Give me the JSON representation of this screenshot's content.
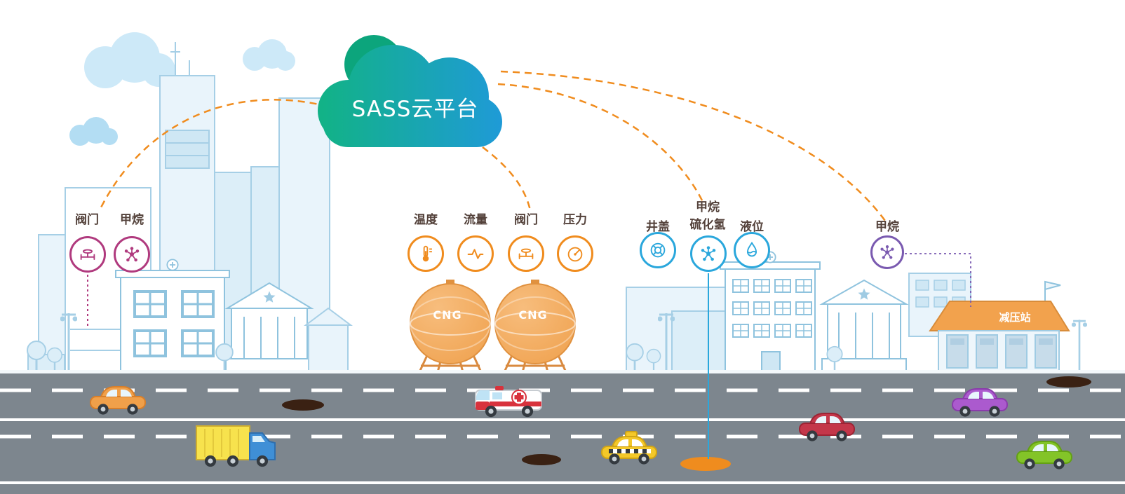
{
  "cloud": {
    "label": "SASS云平台",
    "gradient_start": "#12b287",
    "gradient_end": "#1f9ad8"
  },
  "connector_color": "#f08c1e",
  "sensor_groups": [
    {
      "name": "city-pipeline",
      "accent": "#b03a7e",
      "sensors": [
        {
          "label": "阀门",
          "icon": "valve-icon"
        },
        {
          "label": "甲烷",
          "icon": "molecule-icon"
        }
      ]
    },
    {
      "name": "cng-storage",
      "accent": "#f08c1e",
      "sensors": [
        {
          "label": "温度",
          "icon": "thermometer-icon"
        },
        {
          "label": "流量",
          "icon": "flow-icon"
        },
        {
          "label": "阀门",
          "icon": "valve-icon"
        },
        {
          "label": "压力",
          "icon": "gauge-icon"
        }
      ]
    },
    {
      "name": "underground",
      "accent": "#2aa7dc",
      "sensors": [
        {
          "label": "井盖",
          "icon": "manhole-icon"
        },
        {
          "label": "甲烷\n硫化氢",
          "icon": "molecule-icon"
        },
        {
          "label": "液位",
          "icon": "level-icon"
        }
      ]
    },
    {
      "name": "pressure-station",
      "accent": "#7a5ab0",
      "sensors": [
        {
          "label": "甲烷",
          "icon": "molecule-icon"
        }
      ]
    }
  ],
  "tanks": {
    "left_label": "CNG",
    "right_label": "CNG",
    "color": "#f2a45a"
  },
  "station": {
    "label": "减压站",
    "roof_color": "#f2a24d"
  },
  "road": {
    "color": "#7d868e",
    "marking_color": "#ffffff"
  },
  "skyline": {
    "outline": "#a6cfe6",
    "fill": "#e9f4fb"
  }
}
